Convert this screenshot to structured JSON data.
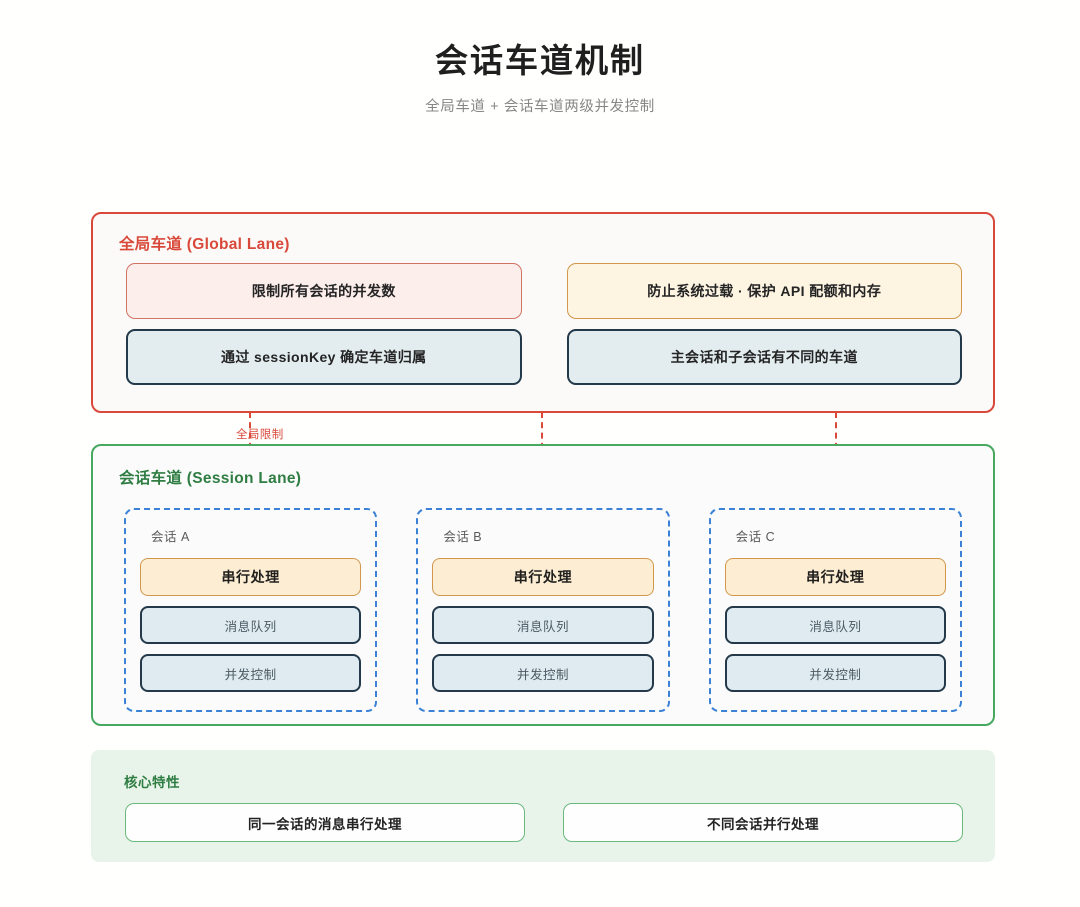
{
  "header": {
    "title": "会话车道机制",
    "subtitle": "全局车道 + 会话车道两级并发控制"
  },
  "global_lane": {
    "title": "全局车道 (Global Lane)",
    "accent_color": "#d9493a",
    "boxes": [
      {
        "label": "限制所有会话的并发数",
        "style": "red"
      },
      {
        "label": "防止系统过载 · 保护 API 配额和内存",
        "style": "amber"
      },
      {
        "label": "通过 sessionKey 确定车道归属",
        "style": "slate"
      },
      {
        "label": "主会话和子会话有不同的车道",
        "style": "slate"
      }
    ]
  },
  "connector": {
    "label": "全局限制",
    "color": "#d9493a",
    "count": 3
  },
  "session_lane": {
    "title": "会话车道 (Session Lane)",
    "accent_color": "#47a860",
    "card_border_color": "#3b82d6",
    "cards": [
      {
        "label": "会话 A",
        "rows": [
          {
            "label": "串行处理",
            "style": "amber"
          },
          {
            "label": "消息队列",
            "style": "slate"
          },
          {
            "label": "并发控制",
            "style": "slate"
          }
        ]
      },
      {
        "label": "会话 B",
        "rows": [
          {
            "label": "串行处理",
            "style": "amber"
          },
          {
            "label": "消息队列",
            "style": "slate"
          },
          {
            "label": "并发控制",
            "style": "slate"
          }
        ]
      },
      {
        "label": "会话 C",
        "rows": [
          {
            "label": "串行处理",
            "style": "amber"
          },
          {
            "label": "消息队列",
            "style": "slate"
          },
          {
            "label": "并发控制",
            "style": "slate"
          }
        ]
      }
    ]
  },
  "features": {
    "title": "核心特性",
    "accent_color": "#2f7d43",
    "items": [
      {
        "label": "同一会话的消息串行处理"
      },
      {
        "label": "不同会话并行处理"
      }
    ]
  }
}
